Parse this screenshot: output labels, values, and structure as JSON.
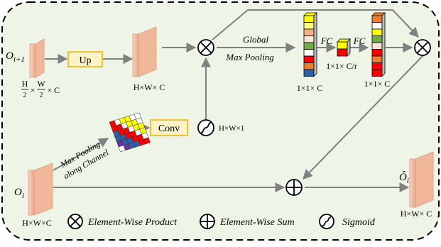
{
  "diagram": {
    "inputs": {
      "upper_label": "O",
      "upper_sub": "i+1",
      "upper_dims_h": "H",
      "upper_dims_w": "W",
      "upper_dims_div": "2",
      "upper_dims_c": "C",
      "lower_label": "O",
      "lower_sub": "i",
      "lower_dims": "H×W×C"
    },
    "blocks": {
      "up_label": "Up",
      "conv_label": "Conv",
      "up_out_dims": "H×W× C",
      "conv_out_dims": "H×W×1"
    },
    "channel_branch": {
      "global_line1": "Global",
      "global_line2": "Max Pooling",
      "fc1": "FC",
      "fc2": "FC",
      "vec1_dims": "1×1× C",
      "vec_mid_dims": "1×1× C/r",
      "vec2_dims": "1×1× C"
    },
    "spatial_branch": {
      "pool_line1": "Max Pooling",
      "pool_line2": "along Channel"
    },
    "output": {
      "label": "Ô",
      "sub": "i",
      "dims": "H×W× C"
    },
    "legend": [
      {
        "icon": "element-wise-product-icon",
        "label": "Element-Wise Product"
      },
      {
        "icon": "element-wise-sum-icon",
        "label": "Element-Wise Sum"
      },
      {
        "icon": "sigmoid-icon",
        "label": "Sigmoid"
      }
    ],
    "colors": {
      "background": "#eef5e6",
      "block_fill": "#fdf3c7",
      "block_stroke": "#e9b300",
      "arrow": "#808080",
      "feature_map": "#f3bfa8",
      "vec1": [
        "#ffff00",
        "#ffff80",
        "#f4b183",
        "#fde5d6",
        "#70ad47",
        "#ffffff",
        "#ff0000",
        "#ed7d31",
        "#2e5fa8"
      ],
      "vec_mid": [
        "#ffff00",
        "#ff0000"
      ],
      "vec2": [
        "#ed7d31",
        "#ffffff",
        "#ffff00",
        "#70ad47",
        "#fbe5d6",
        "#ff0000",
        "#ed7d31",
        "#ff0000",
        "#ff0000"
      ]
    }
  }
}
